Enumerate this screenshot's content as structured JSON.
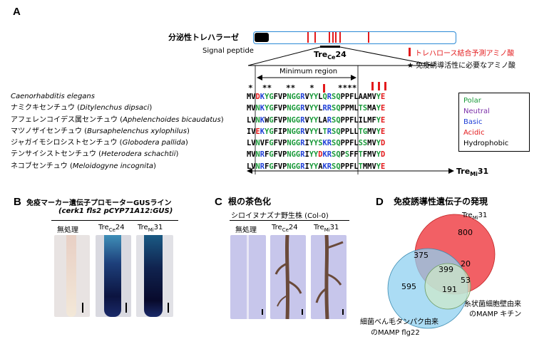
{
  "panelA": {
    "letter": "A",
    "protein_label": "分泌性トレハラーゼ",
    "signal_peptide": "Signal peptide",
    "tre24_prefix": "Tre",
    "tre24_sub": "Ce",
    "tre24_suffix": "24",
    "key_binding": "トレハロース結合予測アミノ酸",
    "key_star": "★ 免疫誘導活性に必要なアミノ酸",
    "minimum_region": "Minimum region",
    "stars": "*  **   **  ▌*     ****",
    "species": [
      {
        "jp": "",
        "latin": "Caenorhabditis elegans",
        "seq": "MVDKYGFVPNGGRVYYLQRSQPPFLAAMVYE"
      },
      {
        "jp": "ナミクキセンチュウ",
        "latin": "Ditylenchus dipsaci",
        "seq": "MVNKYGFVPNGGRVYYLRRSQPPMLTSMAYE"
      },
      {
        "jp": "アフェレンコイデス属センチュウ",
        "latin": "Aphelenchoides bicaudatus",
        "seq": "LVNKWGFVPNGGRVYYLARSQPPFLILMFYE"
      },
      {
        "jp": "マツノザイセンチュウ",
        "latin": "Bursaphelenchus xylophilus",
        "seq": "IVEKYGFIPNGGRVYYLTRSQPPLLTGMVYE"
      },
      {
        "jp": "ジャガイモシロシストセンチュウ",
        "latin": "Globodera pallida",
        "seq": "LVNVFGFVPNGGRIYYSKRSQPPFLSSMVYD"
      },
      {
        "jp": "テンサイシストセンチュウ",
        "latin": "Heterodera schachtii",
        "seq": "MVNRFGFVPNGGRIYYDKRSQPSFFTFMVYD"
      },
      {
        "jp": "ネコブセンチュウ",
        "latin": "Meloidogyne incognita",
        "seq": "LVNRFGFVPNGGRIYYAKRSQPPFLTMMVYE"
      }
    ],
    "legend": [
      "Polar",
      "Neutral",
      "Basic",
      "Acidic",
      "Hydrophobic"
    ],
    "tre31_prefix": "Tre",
    "tre31_sub": "Mi",
    "tre31_suffix": "31"
  },
  "panelB": {
    "letter": "B",
    "title_line1": "免疫マーカー遺伝子プロモーターGUSライン",
    "title_line2": "(cerk1 fls2 pCYP71A12:GUS)",
    "cond1": "無処理",
    "cond2_prefix": "Tre",
    "cond2_sub": "Ce",
    "cond2_suffix": "24",
    "cond3_prefix": "Tre",
    "cond3_sub": "Mi",
    "cond3_suffix": "31"
  },
  "panelC": {
    "letter": "C",
    "title": "根の茶色化",
    "subtitle": "シロイヌナズナ野生株 (Col-0)",
    "cond1": "無処理",
    "cond2_prefix": "Tre",
    "cond2_sub": "Ce",
    "cond2_suffix": "24",
    "cond3_prefix": "Tre",
    "cond3_sub": "Mi",
    "cond3_suffix": "31"
  },
  "panelD": {
    "letter": "D",
    "title": "免疫誘導性遺伝子の発現",
    "set_tre_prefix": "Tre",
    "set_tre_sub": "Mi",
    "set_tre_suffix": "31",
    "set_chitin_line1": "糸状菌細胞壁由来",
    "set_chitin_line2": "のMAMP キチン",
    "set_flg_line1": "細菌べん毛タンパク由来",
    "set_flg_line2": "のMAMP flg22",
    "counts": {
      "tre_only": "800",
      "tre_flg": "375",
      "all": "399",
      "tre_chitin": "20",
      "chitin_only": "53",
      "flg_chitin": "191",
      "flg_only": "595"
    },
    "colors": {
      "tre": "#f0444a",
      "flg": "#8fd0f0",
      "chitin": "#cfe8c8"
    }
  }
}
